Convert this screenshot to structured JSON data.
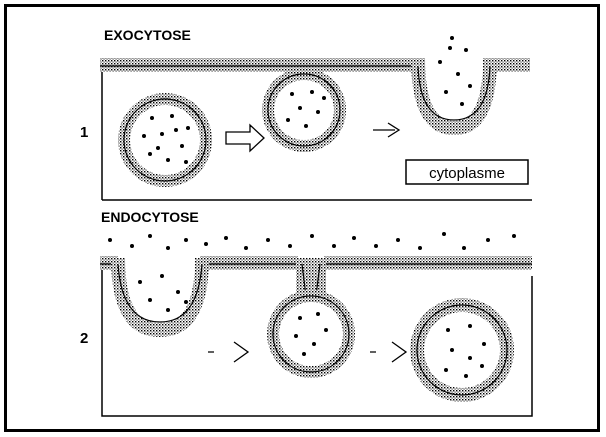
{
  "diagram": {
    "sections": [
      {
        "title": "EXOCYTOSE",
        "number": "1"
      },
      {
        "title": "ENDOCYTOSE",
        "number": "2"
      }
    ],
    "label_cytoplasme": "cytoplasme"
  }
}
